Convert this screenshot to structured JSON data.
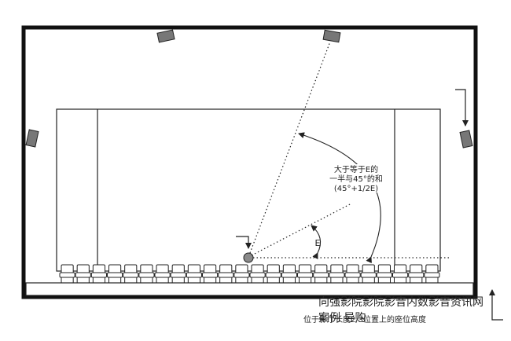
{
  "annotation": {
    "line1": "大于等于E的",
    "line2": "一半与45°的和",
    "line3": "(45°+1/2E)"
  },
  "angle_label": "E",
  "caption": "位于影厅长度2/3位置上的座位高度",
  "watermark": {
    "line1": "向强影院影院影音内数影音资讯网",
    "line2": "案例 导购"
  },
  "seat_count": 24
}
